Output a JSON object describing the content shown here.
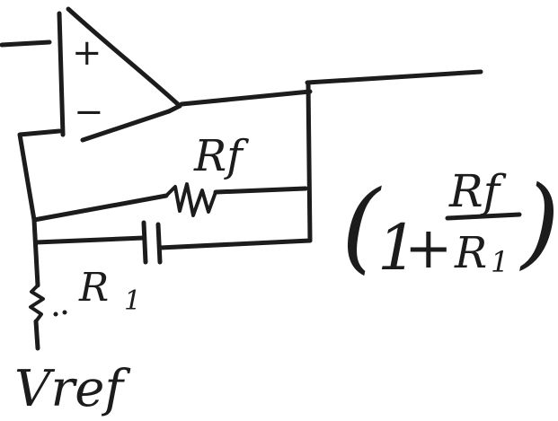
{
  "diagram": {
    "plus_sign": "+",
    "minus_sign": "−",
    "feedback_resistor_label": "Rf",
    "input_resistor_label": "R",
    "input_resistor_subscript": "1",
    "reference_label": "Vref",
    "gain_formula": {
      "open_paren": "(",
      "one": "1",
      "plus": "+",
      "numerator": "Rf",
      "denominator": "R",
      "denominator_subscript": "1",
      "close_paren": ")"
    }
  }
}
